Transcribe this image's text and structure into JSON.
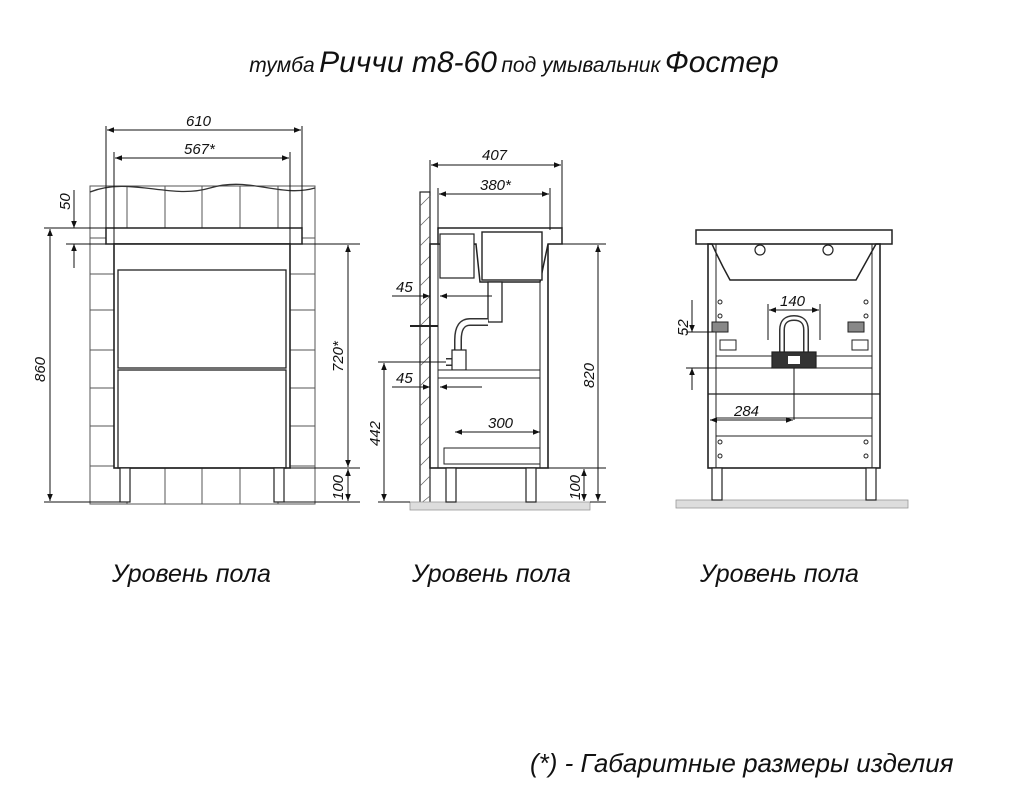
{
  "title": {
    "part1": "тумба",
    "part2": "Риччи т8-60",
    "part3": "под умывальник",
    "part4": "Фостер"
  },
  "floor_labels": [
    "Уровень пола",
    "Уровень пола",
    "Уровень пола"
  ],
  "footnote": "(*) - Габаритные размеры изделия",
  "front_view": {
    "width_total": "610",
    "width_inner": "567*",
    "top_thickness": "50",
    "height_total": "860",
    "height_body": "720*",
    "leg_height": "100"
  },
  "side_view": {
    "depth_total": "407",
    "depth_basin": "380*",
    "pipe_offset_top": "45",
    "pipe_offset_bottom": "45",
    "outlet_height": "442",
    "height_total": "820",
    "shelf_depth": "300",
    "leg_height": "100"
  },
  "back_view": {
    "siphon_width": "140",
    "siphon_offset": "52",
    "outlet_offset": "284"
  }
}
